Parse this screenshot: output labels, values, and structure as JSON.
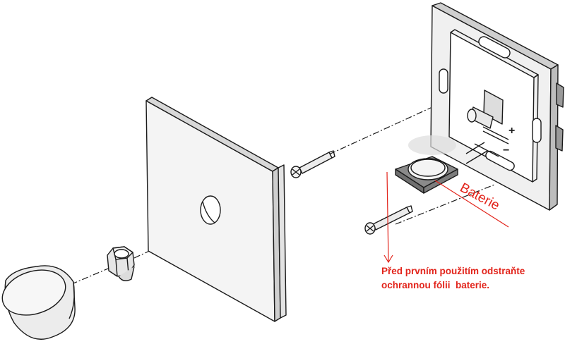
{
  "labels": {
    "battery": "Baterie",
    "plus": "+",
    "minus": "−"
  },
  "note": {
    "line1": "Před prvním použitím odstraňte",
    "line2": "ochrannou fólii  baterie."
  },
  "colors": {
    "annotation": "#e2231a",
    "outline": "#1a1a1a",
    "face": "#f2f2f2",
    "shade": "#bdbdbd",
    "dark": "#8a8a8a"
  }
}
